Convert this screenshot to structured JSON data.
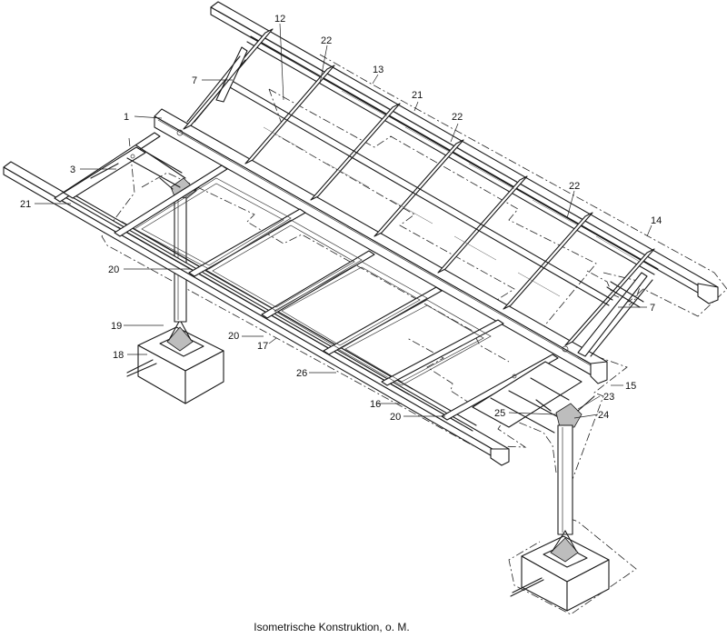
{
  "caption": "Isometrische Konstruktion, o. M.",
  "labels": {
    "l1": "1",
    "l3": "3",
    "l7a": "7",
    "l7b": "7",
    "l12": "12",
    "l13": "13",
    "l14": "14",
    "l15": "15",
    "l16": "16",
    "l17": "17",
    "l18": "18",
    "l19": "19",
    "l20a": "20",
    "l20b": "20",
    "l20c": "20",
    "l21a": "21",
    "l21b": "21",
    "l22a": "22",
    "l22b": "22",
    "l22c": "22",
    "l23": "23",
    "l24": "24",
    "l25": "25",
    "l26": "26"
  }
}
